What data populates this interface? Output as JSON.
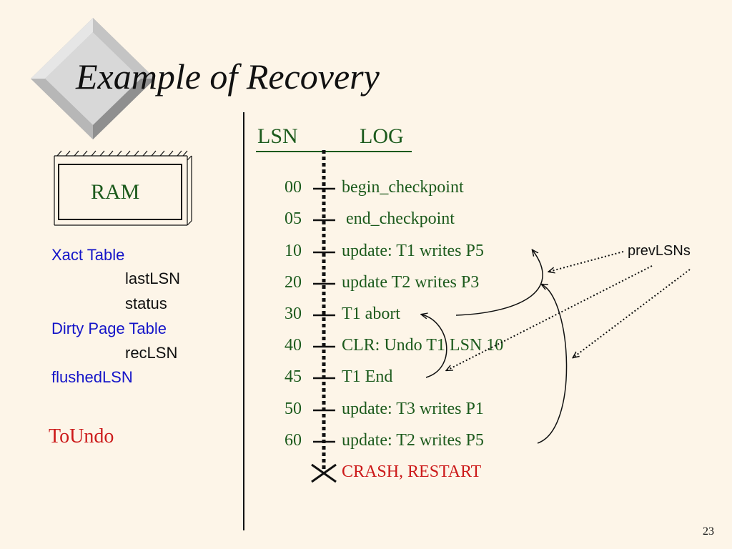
{
  "slide": {
    "title": "Example of Recovery",
    "page_number": "23"
  },
  "ram": {
    "label": "RAM",
    "items": [
      {
        "text": "Xact Table",
        "kind": "heading"
      },
      {
        "text": "lastLSN",
        "kind": "field"
      },
      {
        "text": "status",
        "kind": "field"
      },
      {
        "text": "Dirty Page Table",
        "kind": "heading"
      },
      {
        "text": "recLSN",
        "kind": "field"
      },
      {
        "text": "flushedLSN",
        "kind": "heading"
      }
    ],
    "toundo": "ToUndo"
  },
  "log": {
    "lsn_header": "LSN",
    "log_header": "LOG",
    "records": [
      {
        "lsn": "00",
        "text": "begin_checkpoint"
      },
      {
        "lsn": "05",
        "text": " end_checkpoint"
      },
      {
        "lsn": "10",
        "text": "update: T1 writes P5"
      },
      {
        "lsn": "20",
        "text": "update T2 writes P3"
      },
      {
        "lsn": "30",
        "text": "T1 abort"
      },
      {
        "lsn": "40",
        "text": "CLR: Undo T1 LSN 10"
      },
      {
        "lsn": "45",
        "text": "T1 End"
      },
      {
        "lsn": "50",
        "text": "update: T3 writes P1"
      },
      {
        "lsn": "60",
        "text": "update: T2 writes P5"
      }
    ],
    "crash_text": "CRASH, RESTART"
  },
  "annotation": {
    "prevlsns_label": "prevLSNs"
  },
  "colors": {
    "background": "#fdf5e8",
    "log_text": "#1c5a1c",
    "heading_blue": "#1414c8",
    "alert_red": "#cc1a1a"
  }
}
